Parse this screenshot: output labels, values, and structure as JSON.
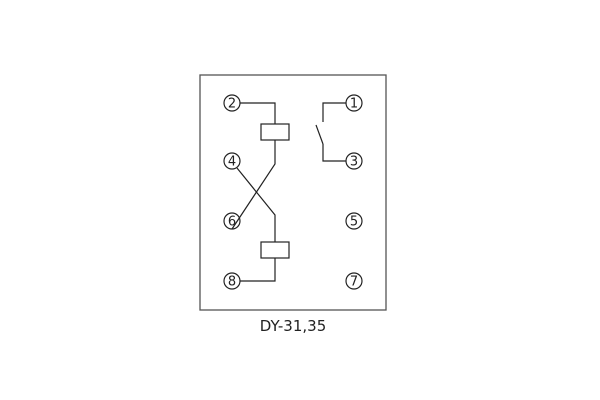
{
  "diagram": {
    "caption": "DY-31,35",
    "terminals": [
      "1",
      "2",
      "3",
      "4",
      "5",
      "6",
      "7",
      "8"
    ]
  }
}
